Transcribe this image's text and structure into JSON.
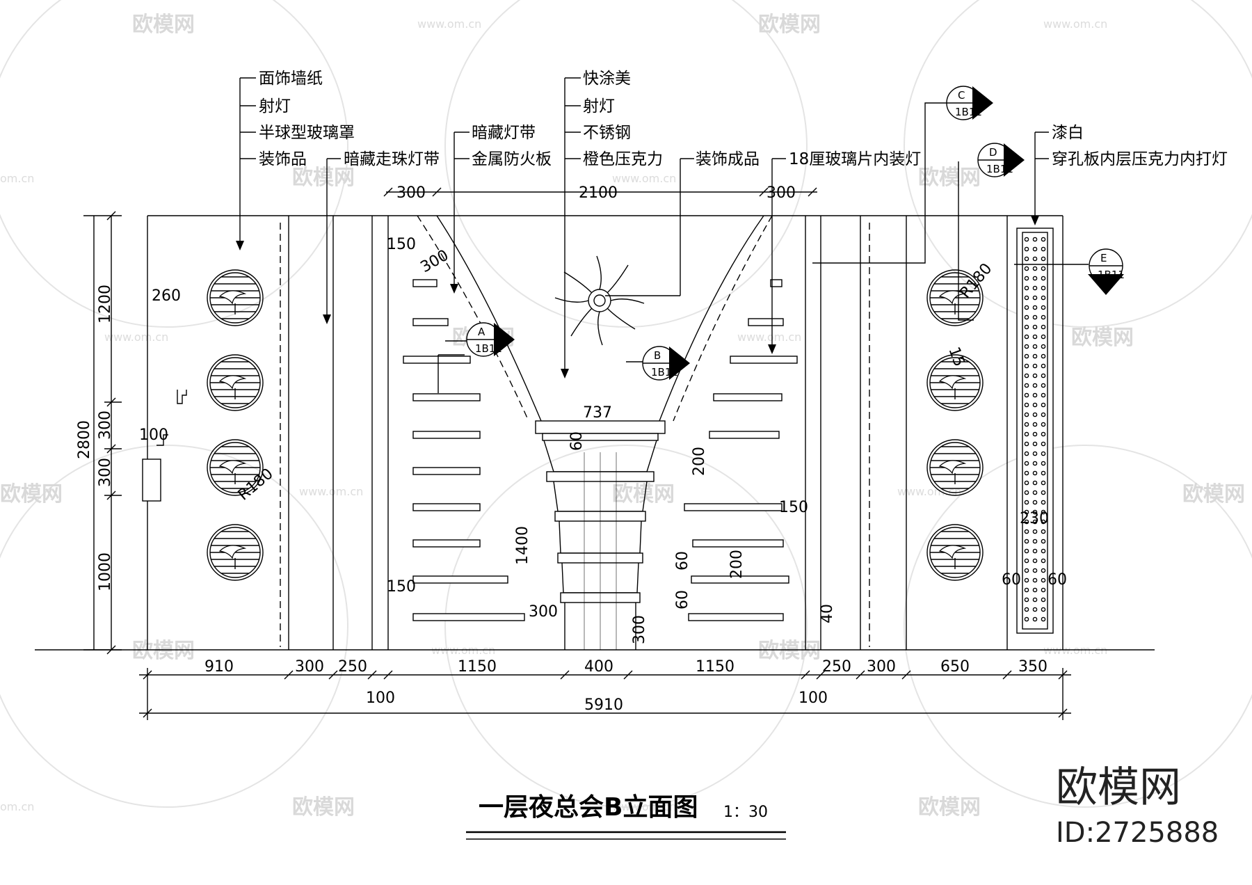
{
  "drawing": {
    "title": "一层夜总会B立面图",
    "scale": "1：30"
  },
  "labels": {
    "left_group": [
      "面饰墙纸",
      "射灯",
      "半球型玻璃罩",
      "装饰品"
    ],
    "hidden_bead_strip": "暗藏走珠灯带",
    "hidden_strip_group": [
      "暗藏灯带",
      "金属防火板"
    ],
    "center_group": [
      "快涂美",
      "射灯",
      "不锈钢",
      "橙色压克力"
    ],
    "decor_finished": "装饰成品",
    "glass_light": "18厘玻璃片内装灯",
    "right_group": [
      "漆白",
      "穿孔板内层压克力内打灯"
    ]
  },
  "section_tags": [
    {
      "letter": "A",
      "ref": "1B11"
    },
    {
      "letter": "B",
      "ref": "1B11"
    },
    {
      "letter": "C",
      "ref": "1B11"
    },
    {
      "letter": "D",
      "ref": "1B11"
    },
    {
      "letter": "E",
      "ref": "1B11"
    }
  ],
  "dimensions": {
    "bottom_row": [
      "910",
      "300",
      "250",
      "1150",
      "400",
      "1150",
      "250",
      "300",
      "650",
      "350"
    ],
    "bottom_small": [
      "100",
      "100"
    ],
    "total_width": "5910",
    "top_row": [
      "300",
      "2100",
      "300"
    ],
    "left_height": "2800",
    "left_segments": [
      "1200",
      "300",
      "300",
      "1000"
    ],
    "misc": {
      "d260": "260",
      "d100": "100",
      "r180_left": "R180",
      "r180_right": "R180",
      "d150_top": "150",
      "d300_diag": "300",
      "d737": "737",
      "d60_col": "60",
      "d1400": "1400",
      "d150_bottom": "150",
      "d300_col": "300",
      "d300_vert": "300",
      "d60_a": "60",
      "d60_b": "60",
      "d200_top": "200",
      "d200_mid": "200",
      "d150_right": "150",
      "d40": "40",
      "d15": "15",
      "d230": "230",
      "d60_left": "60",
      "d60_right": "60"
    }
  },
  "brand": {
    "name": "欧模网",
    "id": "ID:2725888",
    "watermark": "欧模网",
    "watermark_url": "www.om.cn",
    "watermark_url_short": "om.cn"
  }
}
